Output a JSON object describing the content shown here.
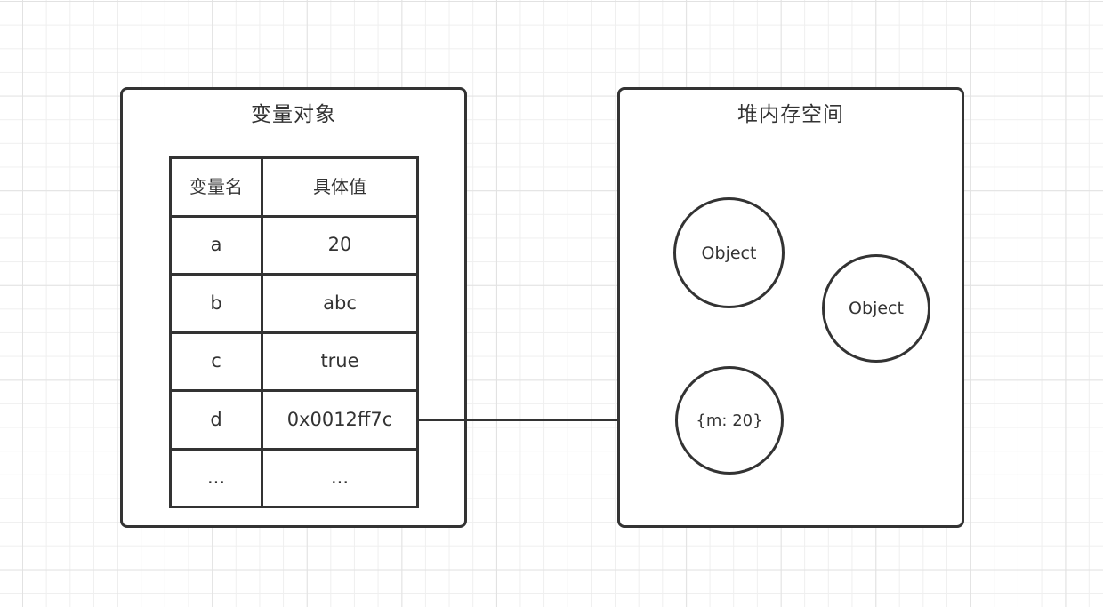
{
  "colors": {
    "stroke": "#333333",
    "background": "#ffffff",
    "grid_minor": "#efefef",
    "grid_major": "#e2e2e2"
  },
  "left_box": {
    "title": "变量对象",
    "table": {
      "headers": [
        "变量名",
        "具体值"
      ],
      "rows": [
        {
          "name": "a",
          "value": "20"
        },
        {
          "name": "b",
          "value": "abc"
        },
        {
          "name": "c",
          "value": "true"
        },
        {
          "name": "d",
          "value": "0x0012ff7c"
        },
        {
          "name": "...",
          "value": "..."
        }
      ]
    }
  },
  "right_box": {
    "title": "堆内存空间",
    "circles": [
      {
        "label": "Object"
      },
      {
        "label": "Object"
      },
      {
        "label": "{m: 20}"
      }
    ]
  },
  "arrow": {
    "from": "row-d-value",
    "to": "circle-m20"
  }
}
